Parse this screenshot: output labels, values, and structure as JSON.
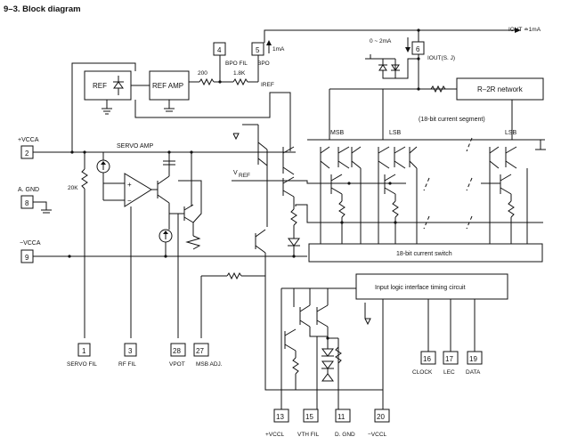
{
  "heading": "9–3. Block diagram",
  "blocks": {
    "ref": "REF",
    "ref_amp": "REF AMP",
    "servo_amp": "SERVO AMP",
    "r2r": "R–2R network",
    "current_segment": "(18-bit current segment)",
    "current_switch": "18-bit current switch",
    "input_logic": "Input logic interface timing circuit"
  },
  "labels": {
    "msb_left": "MSB",
    "lsb_left": "LSB",
    "lsb_right": "LSB",
    "iref": "IREF",
    "vref_main": "V",
    "vref_sub": "REF",
    "r_200": "200",
    "r_1_8k": "1.8K",
    "r_20k": "20K",
    "bpo_fil": "BPO FIL",
    "bpo": "BPO",
    "one_ma": "1mA",
    "range": "0 ~ 2mA",
    "iout_sj": "IOUT(S. J)",
    "iout": "IOUT ≐1mA"
  },
  "pins": [
    {
      "num": "1",
      "label": "SERVO FIL"
    },
    {
      "num": "2",
      "label": "+VCCA"
    },
    {
      "num": "3",
      "label": "RF FIL"
    },
    {
      "num": "4",
      "label": ""
    },
    {
      "num": "5",
      "label": ""
    },
    {
      "num": "6",
      "label": ""
    },
    {
      "num": "8",
      "label": "A. GND"
    },
    {
      "num": "9",
      "label": "−VCCA"
    },
    {
      "num": "11",
      "label": "D. GND"
    },
    {
      "num": "13",
      "label": "+VCCL"
    },
    {
      "num": "15",
      "label": "VTH FIL"
    },
    {
      "num": "16",
      "label": "CLOCK"
    },
    {
      "num": "17",
      "label": "LEC"
    },
    {
      "num": "19",
      "label": "DATA"
    },
    {
      "num": "20",
      "label": "−VCCL"
    },
    {
      "num": "27",
      "label": "MSB ADJ."
    },
    {
      "num": "28",
      "label": "VPOT"
    }
  ]
}
